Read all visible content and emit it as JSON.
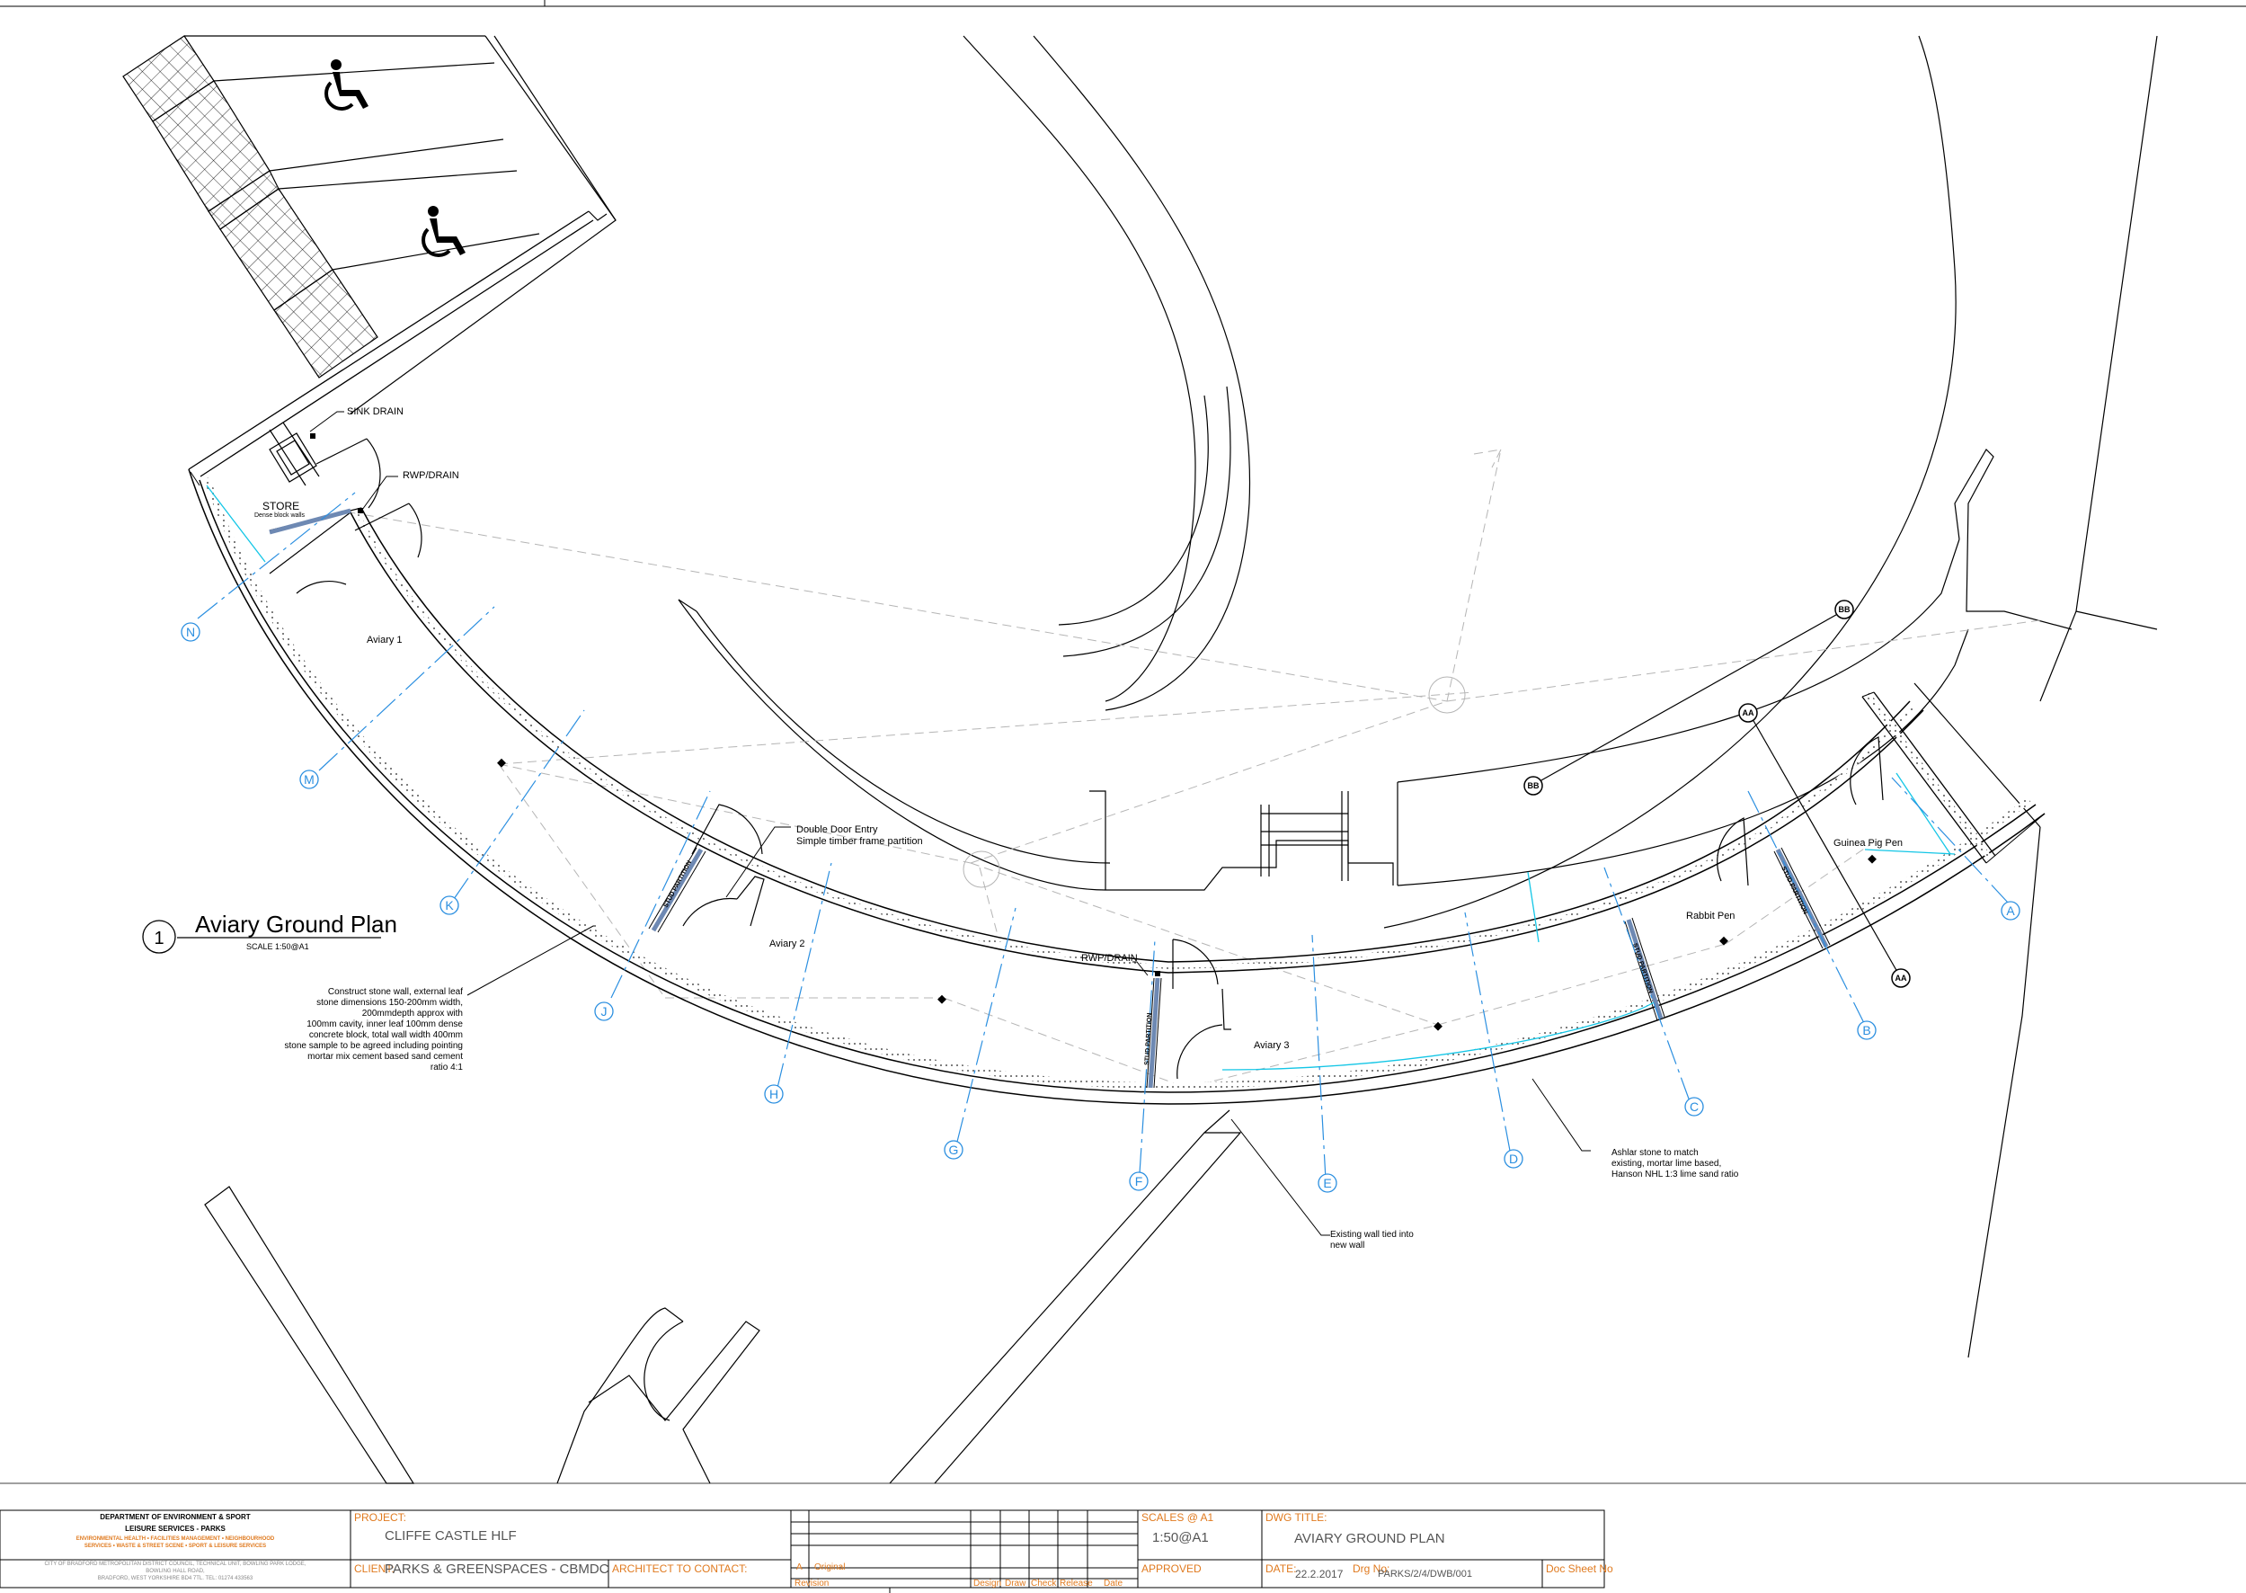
{
  "plan": {
    "title": "Aviary Ground Plan",
    "number": "1",
    "scale": "SCALE 1:50@A1"
  },
  "rooms": {
    "store": "STORE",
    "store_note": "Dense block walls",
    "aviary1": "Aviary 1",
    "aviary2": "Aviary 2",
    "aviary3": "Aviary 3",
    "rabbit": "Rabbit Pen",
    "guinea": "Guinea Pig Pen"
  },
  "labels": {
    "sink_drain": "SINK DRAIN",
    "rwp_drain_1": "RWP/DRAIN",
    "rwp_drain_2": "RWP/DRAIN",
    "double_door_1": "Double Door Entry",
    "double_door_2": "Simple timber frame partition",
    "stud_partition": "STUD PARTITION"
  },
  "notes": {
    "stone_wall": [
      "Construct stone wall, external leaf",
      "stone dimensions 150-200mm width,",
      "200mmdepth approx with",
      "100mm cavity, inner leaf 100mm dense",
      "concrete block, total wall width 400mm",
      "stone sample to be agreed including pointing",
      "mortar mix cement based sand cement",
      "ratio 4:1"
    ],
    "ashlar": [
      "Ashlar stone to match",
      "existing, mortar lime based,",
      "Hanson NHL 1:3 lime sand ratio"
    ],
    "existing_wall": [
      "Existing wall tied into",
      "new wall"
    ]
  },
  "grid_labels": [
    "A",
    "B",
    "C",
    "D",
    "E",
    "F",
    "G",
    "H",
    "J",
    "K",
    "M",
    "N"
  ],
  "section_marks": {
    "aa": "AA",
    "bb": "BB"
  },
  "title_block": {
    "org_line1": "DEPARTMENT OF ENVIRONMENT & SPORT",
    "org_line2": "LEISURE SERVICES - PARKS",
    "org_line3": "ENVIRONMENTAL HEALTH • FACILITIES MANAGEMENT • NEIGHBOURHOOD",
    "org_line4": "SERVICES • WASTE & STREET SCENE • SPORT & LEISURE SERVICES",
    "address1": "CITY OF BRADFORD METROPOLITAN DISTRICT COUNCIL, TECHNICAL UNIT, BOWLING PARK LODGE,",
    "address2": "BOWLING HALL ROAD,",
    "address3": "BRADFORD, WEST YORKSHIRE BD4 7TL. TEL: 01274 433563",
    "project_label": "PROJECT:",
    "project": "CLIFFE CASTLE HLF",
    "client_label": "CLIENT:",
    "client": "PARKS & GREENSPACES - CBMDC",
    "architect_label": "ARCHITECT TO CONTACT:",
    "rev_code": "A",
    "rev_desc": "Original",
    "rev_header": "Revision",
    "col_design": "Design",
    "col_draw": "Draw",
    "col_check": "Check",
    "col_release": "Release",
    "col_date": "Date",
    "scales_label": "SCALES @ A1",
    "scales": "1:50@A1",
    "approved_label": "APPROVED",
    "dwg_title_label": "DWG TITLE:",
    "dwg_title": "AVIARY GROUND PLAN",
    "date_label": "DATE:",
    "date": "22.2.2017",
    "drg_no_label": "Drg No:",
    "drg_no": "PARKS/2/4/DWB/001",
    "doc_sheet_label": "Doc Sheet No"
  },
  "colors": {
    "line": "#000000",
    "light_line": "#b5b5b5",
    "grid_blue": "#2b8fe0",
    "cyan": "#13c6e6",
    "partition": "#6e89b3",
    "title_orange": "#e07a1f"
  }
}
